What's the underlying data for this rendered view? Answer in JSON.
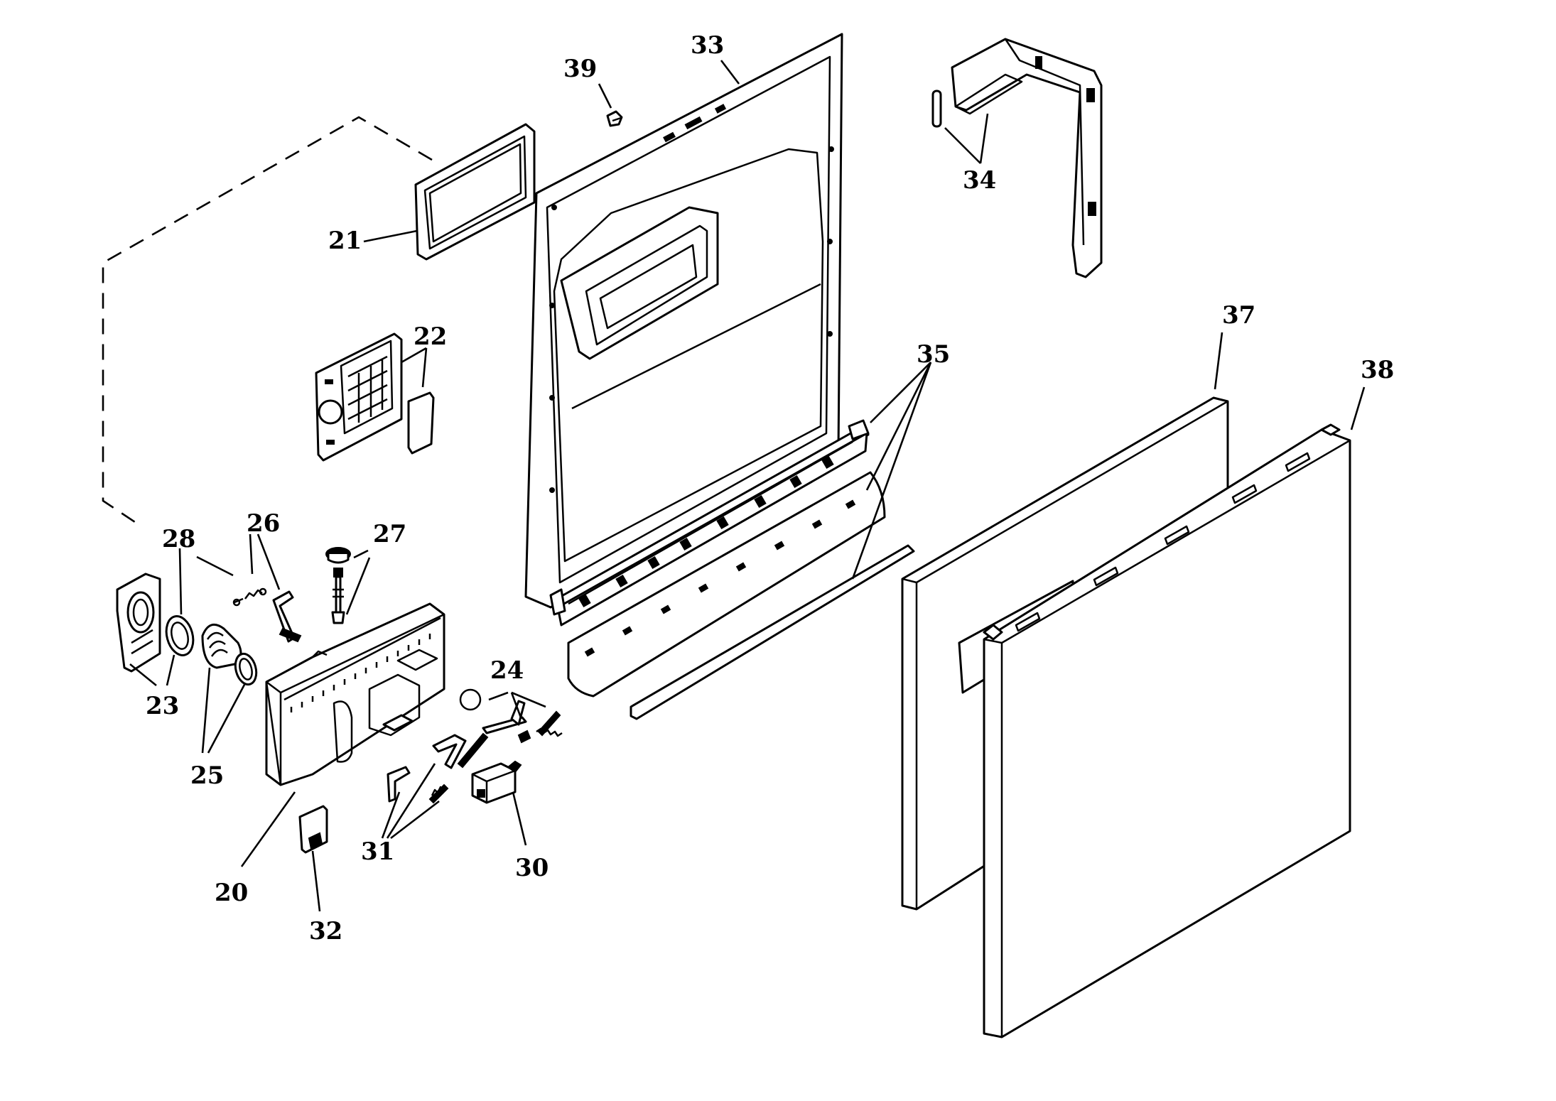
{
  "callouts": {
    "c20": "20",
    "c21": "21",
    "c22": "22",
    "c23": "23",
    "c24": "24",
    "c25": "25",
    "c26": "26",
    "c27": "27",
    "c28": "28",
    "c30": "30",
    "c31": "31",
    "c32": "32",
    "c33": "33",
    "c34": "34",
    "c35": "35",
    "c37": "37",
    "c38": "38",
    "c39": "39"
  }
}
